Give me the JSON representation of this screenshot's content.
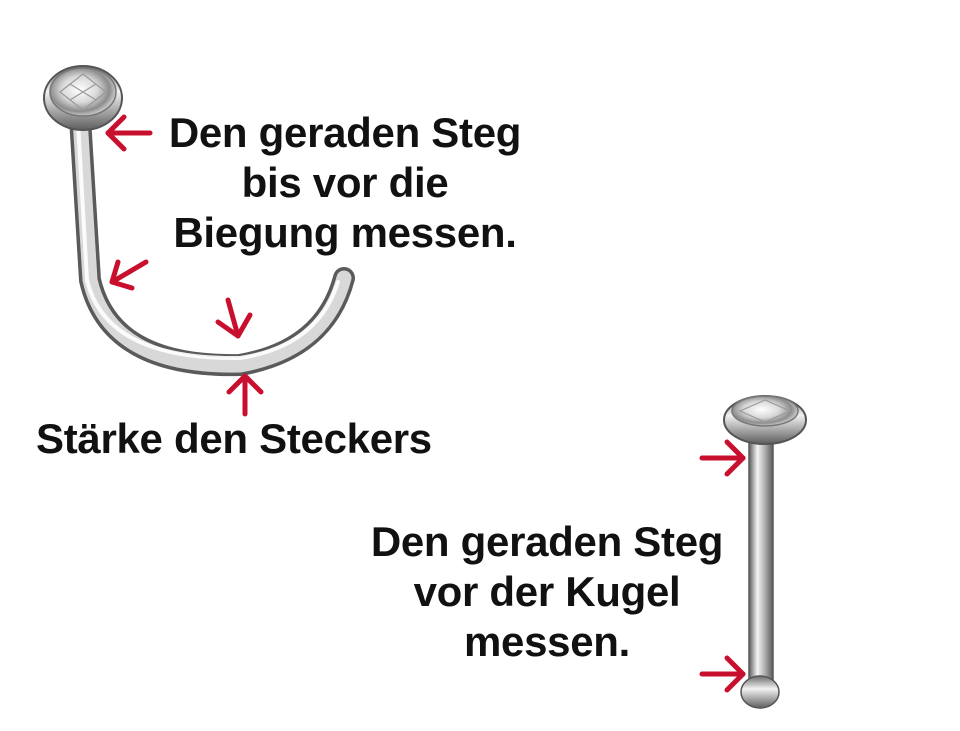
{
  "labels": {
    "straight_stem_to_bend": [
      "Den geraden Steg",
      "bis vor die",
      "Biegung messen."
    ],
    "wire_thickness": "Stärke den Steckers",
    "straight_stem_to_ball": [
      "Den geraden Steg",
      "vor der Kugel",
      "messen."
    ]
  },
  "colors": {
    "arrow": "#c8102e",
    "text": "#111111",
    "metal_light": "#f2f2f2",
    "metal_dark": "#6a6a6a",
    "background": "#ffffff"
  }
}
